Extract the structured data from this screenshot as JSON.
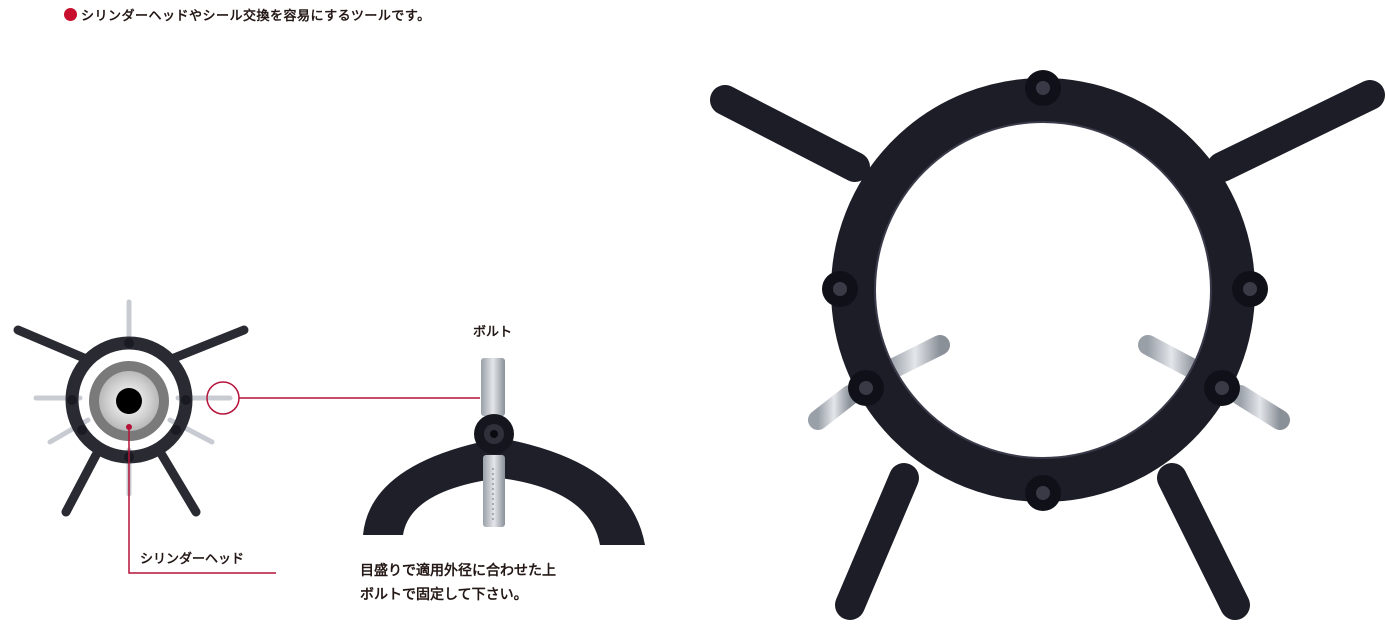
{
  "headline": {
    "bullet_color": "#c8102e",
    "text": "シリンダーヘッドやシール交換を容易にするツールです。"
  },
  "diagram": {
    "cylinder_head_label": "シリンダーヘッド",
    "bolt_label": "ボルト",
    "instructions": [
      "目盛りで適用外径に合わせた上",
      "ボルトで固定して下さい。"
    ],
    "accent_color": "#b5123a"
  },
  "photo": {
    "subject": "ring-tool-photo"
  }
}
